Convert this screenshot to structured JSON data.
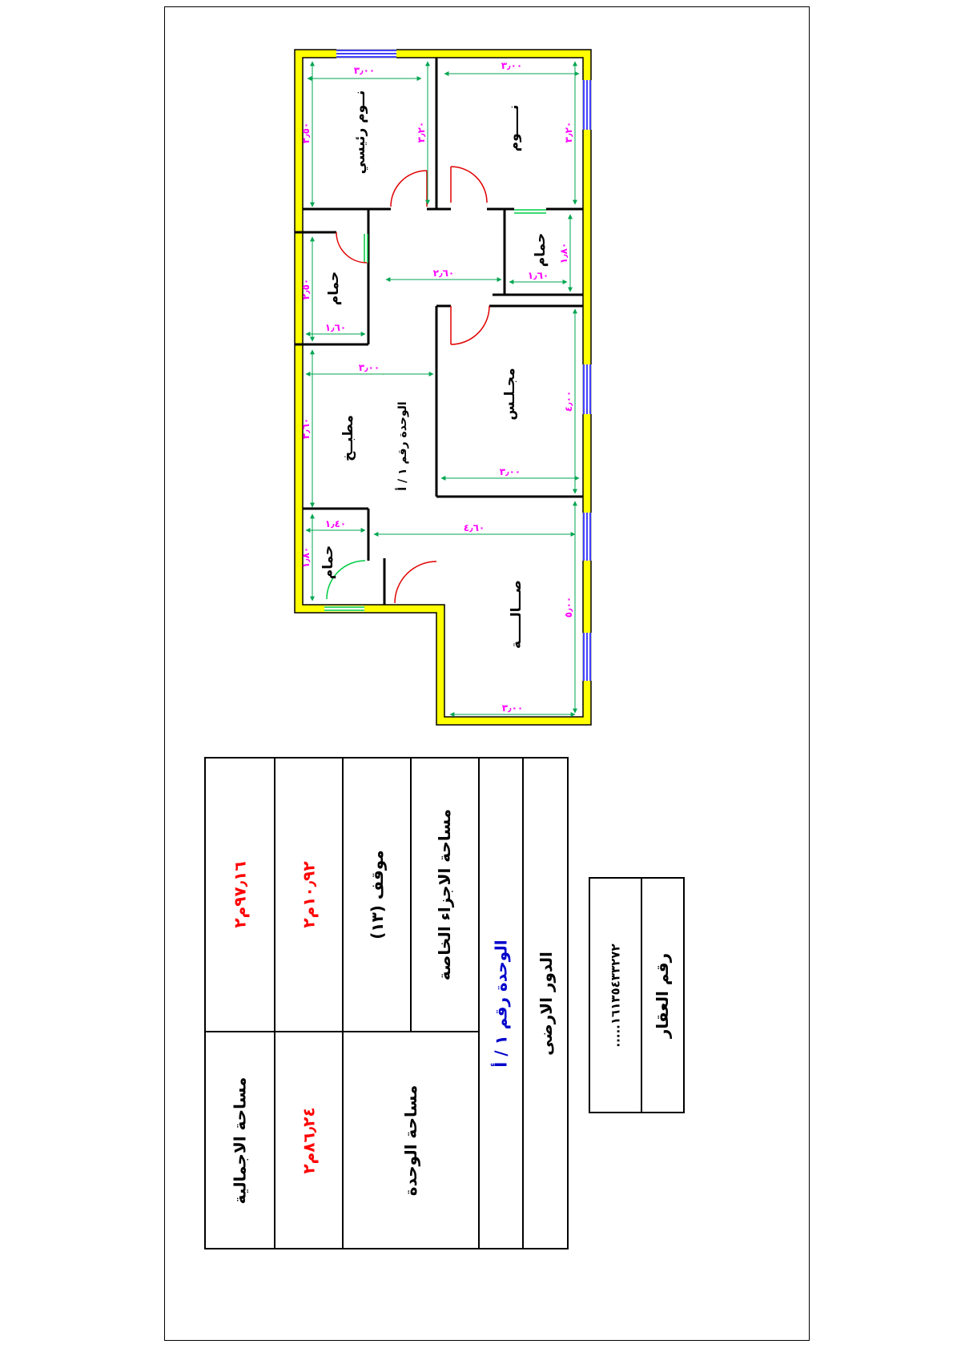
{
  "plan": {
    "rooms": {
      "master_bedroom": "نــوم رئيسي",
      "bedroom": "نـــــوم",
      "bath_right": "حمام",
      "bath_left": "حمام",
      "majlis": "مجـلـس",
      "kitchen": "مطبــخ",
      "bath_bottom": "حمام",
      "hall": "صـــالـــــة"
    },
    "unit_label": "الوحدة رقم ١ / أ",
    "dims": {
      "master_w": "٣٫٠٠",
      "bedroom_w": "٣٫٠٠",
      "master_h": "٣٫٥٠",
      "mid_v": "٣٫٢٠",
      "bedroom_h": "٣٫٢٠",
      "bath_r_h": "١٫٨٠",
      "bath_r_w": "١٫٦٠",
      "corridor": "٢٫٦٠",
      "bath_l_h": "٢٫٥٠",
      "bath_l_w": "١٫٦٠",
      "kitchen_w": "٣٫٠٠",
      "majlis_h": "٤٫٠٠",
      "kitchen_h": "٣٫٦٠",
      "majlis_w": "٣٫٠٠",
      "hall_top": "٤٫٦٠",
      "bath_b_w": "١٫٤٠",
      "bath_b_h": "١٫٨٠",
      "hall_h": "٥٫٠٠",
      "hall_w": "٣٫٠٠"
    },
    "colors": {
      "wall_fill": "#ffff00",
      "dim_line": "#00a651",
      "dim_text": "#ff00ff",
      "door": "#e00000",
      "window": "#0000ff",
      "door_green": "#00cc44"
    }
  },
  "table": {
    "floor": "الدور الارضى",
    "unit_number": "الوحدة رقم ١ / أ",
    "private_area_label": "مساحة الاجزاء الخاصة",
    "parking": "موقف  (١٣)",
    "private_area_value": "١٠٫٩٢م٢",
    "total_value": "٩٧٫١٦م٢",
    "unit_area_label": "مساحة الوحدة",
    "unit_area_value": "٨٦٫٢٤م٢",
    "total_label": "مساحة الاجمالية"
  },
  "property": {
    "label": "رقم العقار",
    "number": "١٦١٣٥٤٣٣٢٧٢....."
  }
}
